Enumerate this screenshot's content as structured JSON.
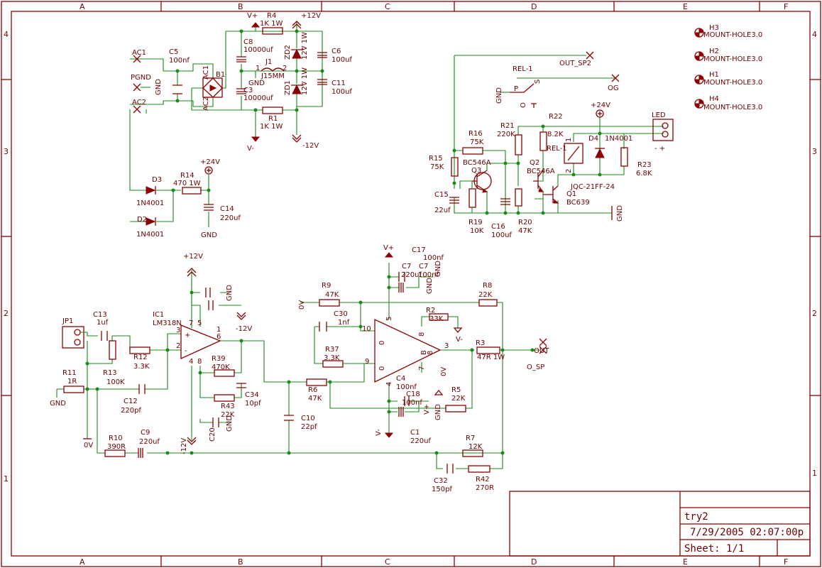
{
  "frame": {
    "columns": [
      "A",
      "B",
      "C",
      "D",
      "E",
      "F"
    ],
    "rows": [
      "4",
      "3",
      "2",
      "1"
    ]
  },
  "title_block": {
    "name": "try2",
    "datetime": "7/29/2005 02:07:00p",
    "sheet": "Sheet: 1/1"
  },
  "nets": {
    "vplus": "V+",
    "vminus": "V-",
    "p12v": "+12V",
    "m12v": "-12V",
    "p24v": "+24V",
    "gnd": "GND",
    "pgnd": "PGND",
    "ac1": "AC1",
    "ac2": "AC2",
    "zero_v": "0V",
    "out_sp2": "OUT_SP2",
    "og": "OG",
    "out": "OUT",
    "o_sp": "O_SP"
  },
  "labels": {
    "r4": "R4",
    "r4v": "1K 1W",
    "r1": "R1",
    "r1v": "1K 1W",
    "c5": "C5",
    "c5v": "100nf",
    "b1": "B1",
    "b1_ac1": "AC1",
    "b1_ac2": "AC2",
    "c8": "C8",
    "c8v": "10000uf",
    "c3": "C3",
    "c3v": "10000uf",
    "j1": "J1",
    "j1v": "J15MM",
    "zd2": "ZD2",
    "zd2v": "12V 1W",
    "zd1": "ZD1",
    "zd1v": "12V 1W",
    "c6": "C6",
    "c6v": "100uf",
    "c11": "C11",
    "c11v": "100uf",
    "d3": "D3",
    "d3v": "1N4001",
    "d2": "D2",
    "d2v": "1N4001",
    "r14": "R14",
    "r14v": "470 1W",
    "c14": "C14",
    "c14v": "220uf",
    "rel1": "REL-1",
    "rel1b": "REL-1",
    "p": "P",
    "s": "S",
    "o": "O",
    "r21": "R21",
    "r21v": "220K",
    "r22": "R22",
    "r22v": "8.2K",
    "d4": "D4",
    "d4v": "1N4001",
    "led": "LED",
    "r16": "R16",
    "r16v": "75K",
    "r15": "R15",
    "r15v": "75K",
    "q3": "Q3",
    "q3v": "BC546A",
    "q2": "Q2",
    "q2v": "BC546A",
    "q1": "Q1",
    "q1v": "BC639",
    "jqc": "JQC-21FF-24",
    "r23": "R23",
    "r23v": "6.8K",
    "c15": "C15",
    "c15v": "22uf",
    "r19": "R19",
    "r19v": "10K",
    "c16": "C16",
    "c16v": "100uf",
    "r20": "R20",
    "r20v": "47K",
    "h3": "H3",
    "h2": "H2",
    "h1": "H1",
    "h4": "H4",
    "mh": "MOUNT-HOLE3.0",
    "c17": "C17",
    "c17v": "100nf",
    "c7": "C7",
    "c7v": "220uf",
    "c7v2": "100nf",
    "r9": "R9",
    "r9v": "47K",
    "r8": "R8",
    "r8v": "22K",
    "c30": "C30",
    "c30v": "1nf",
    "r2": "R2",
    "r2v": "33K",
    "r37": "R37",
    "r37v": "3.3K",
    "r3": "R3",
    "r3v": "47R 1W",
    "c4": "C4",
    "c4v": "100nf",
    "c18": "C18",
    "c18v": "100nf",
    "r5": "R5",
    "r5v": "22K",
    "c1": "C1",
    "c1v": "220uf",
    "r7": "R7",
    "r7v": "12K",
    "r42": "R42",
    "r42v": "270R",
    "c32": "C32",
    "c32v": "150pf",
    "r6": "R6",
    "r6v": "47K",
    "c10": "C10",
    "c10v": "22pf",
    "jp1": "JP1",
    "c13": "C13",
    "c13v": "1uf",
    "ic1": "IC1",
    "ic1v": "LM318N",
    "r11": "R11",
    "r11v": "1R",
    "r13": "R13",
    "r13v": "100K",
    "r12": "R12",
    "r12v": "3.3K",
    "c12": "C12",
    "c12v": "220pf",
    "r39": "R39",
    "r39v": "470K",
    "c34": "C34",
    "c34v": "10pf",
    "r43": "R43",
    "r43v": "22K",
    "c20": "C20",
    "r10": "R10",
    "r10v": "390R",
    "c9": "C9",
    "c9v": "220uf",
    "pin1": "1",
    "pin2": "2",
    "pin3": "3",
    "pin4": "4",
    "pin5": "5",
    "pin6": "6",
    "pin7": "7",
    "pin8": "8",
    "pin9": "9",
    "pin10": "10",
    "pin0": "0",
    "pin8b": "8",
    "pinB": "B",
    "sign_plus": "+",
    "sign_minus": "-",
    "led_pm": "- +"
  }
}
